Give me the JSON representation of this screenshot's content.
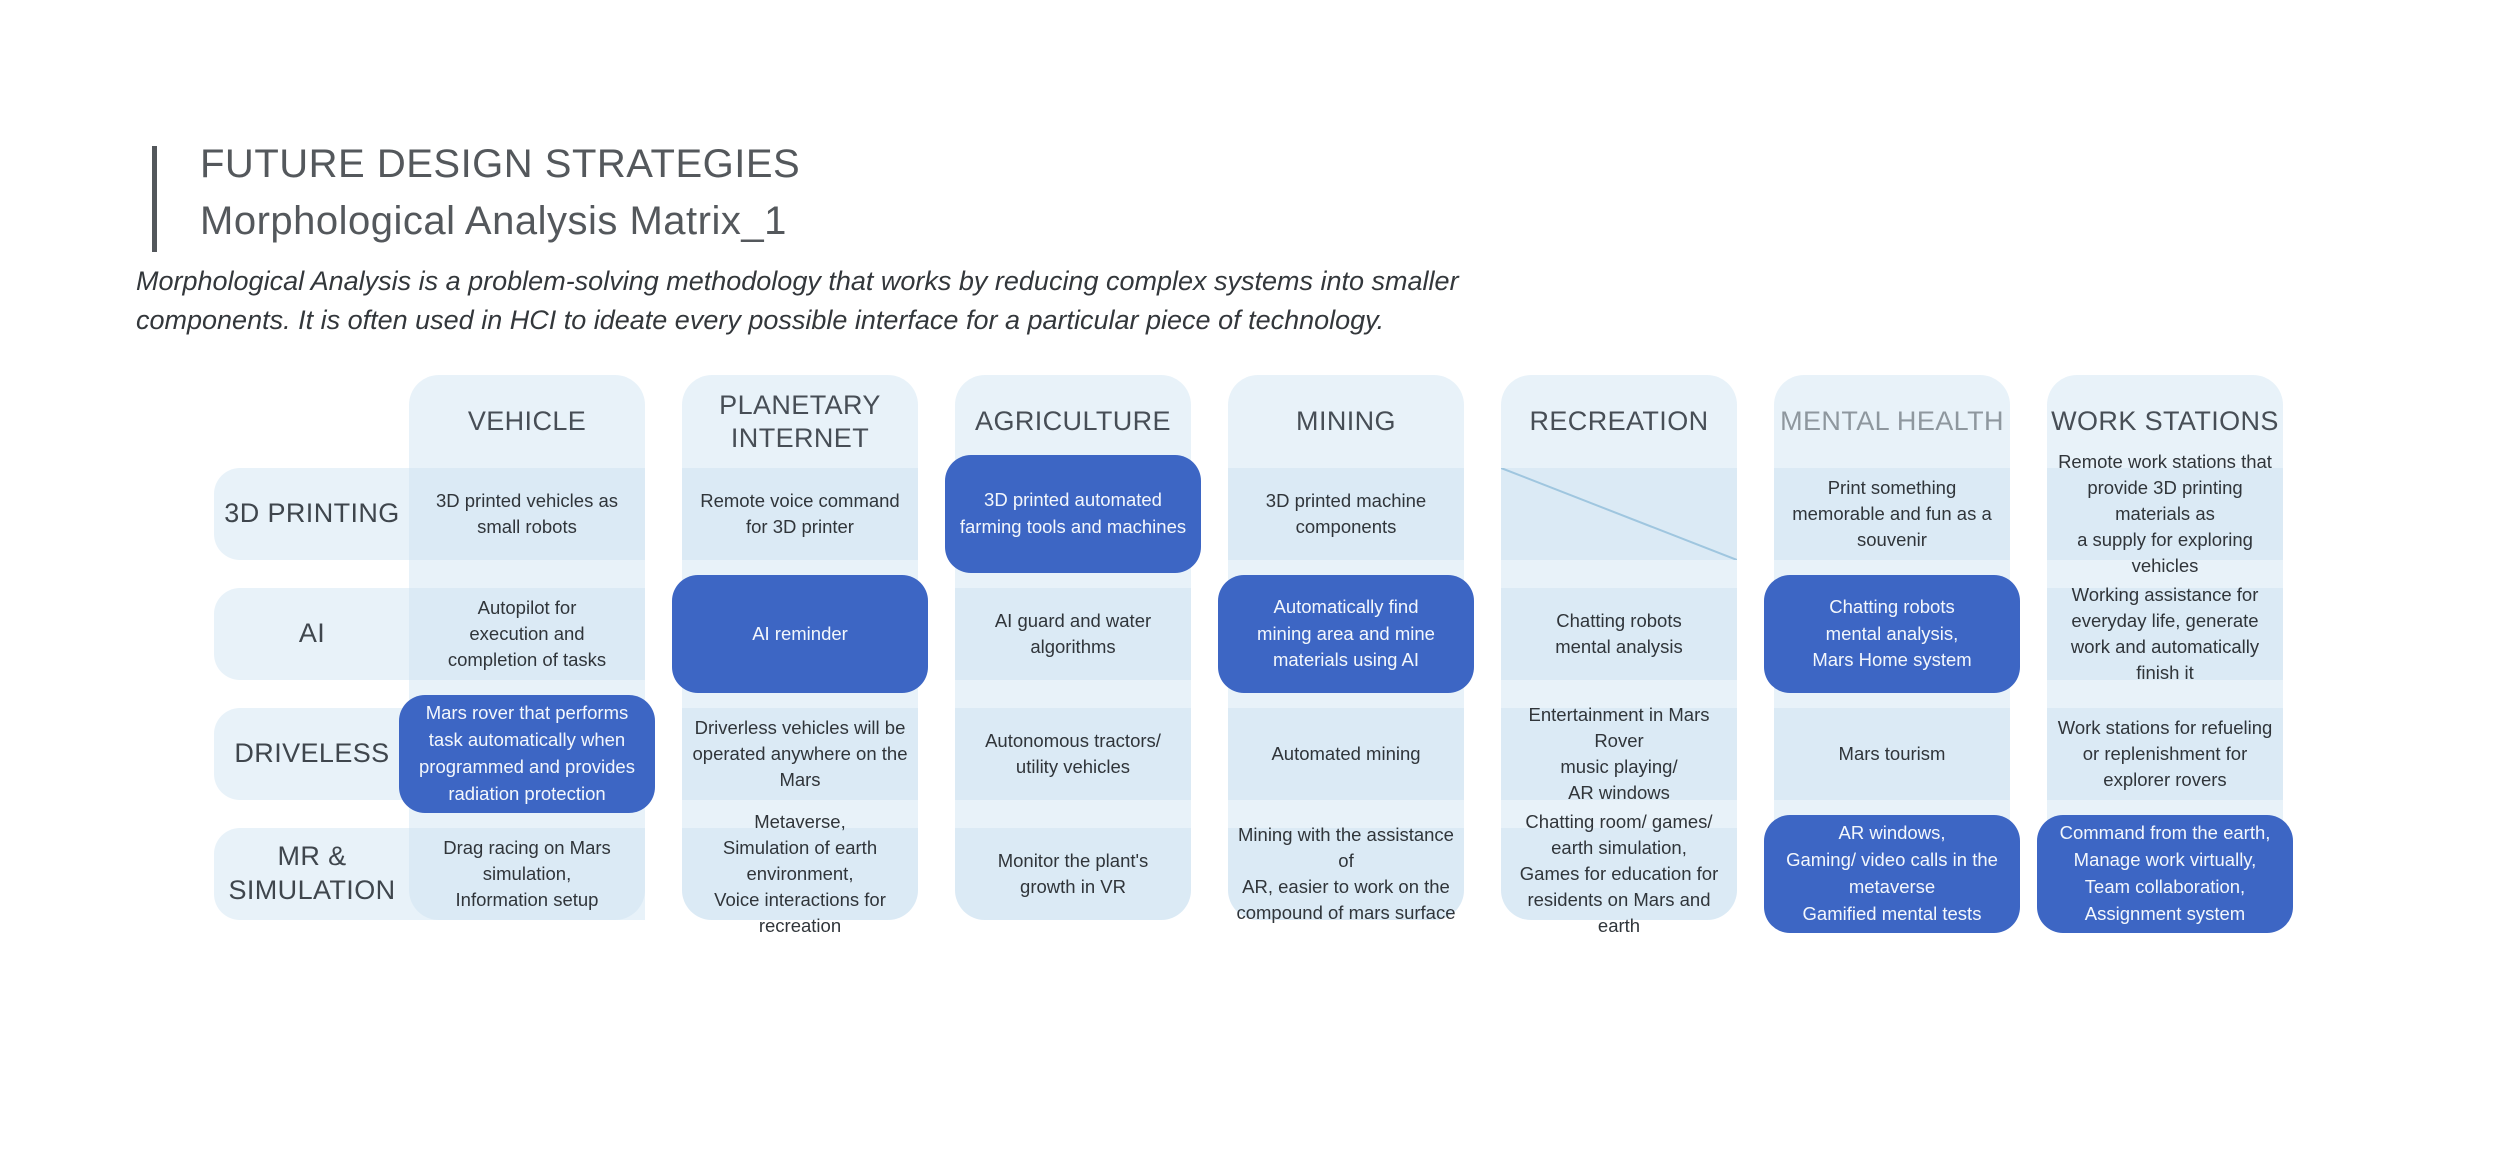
{
  "header": {
    "title_line1": "FUTURE DESIGN STRATEGIES",
    "title_line2": "Morphological Analysis Matrix_1",
    "description": "Morphological Analysis is a problem-solving methodology that works by reducing complex systems into smaller\ncomponents. It is often used in HCI to ideate every possible interface for a particular piece of technology."
  },
  "colors": {
    "accent_blue": "#3D66C4",
    "tint_layer": "rgba(201,224,241,0.42)",
    "slash_line": "#9FC6DF",
    "header_text": "#474E56",
    "muted_header_text": "#8E979E"
  },
  "matrix": {
    "columns": [
      {
        "label": "VEHICLE",
        "muted": false
      },
      {
        "label": "PLANETARY\nINTERNET",
        "muted": false
      },
      {
        "label": "AGRICULTURE",
        "muted": false
      },
      {
        "label": "MINING",
        "muted": false
      },
      {
        "label": "RECREATION",
        "muted": false
      },
      {
        "label": "MENTAL HEALTH",
        "muted": true
      },
      {
        "label": "WORK STATIONS",
        "muted": false
      }
    ],
    "rows": [
      {
        "label": "3D PRINTING",
        "cells": [
          {
            "text": "3D printed vehicles as\nsmall robots",
            "highlight": false,
            "slash": false
          },
          {
            "text": "Remote voice command\nfor 3D printer",
            "highlight": false,
            "slash": false
          },
          {
            "text": "3D printed automated\nfarming tools and machines",
            "highlight": true,
            "slash": false
          },
          {
            "text": "3D printed machine\ncomponents",
            "highlight": false,
            "slash": false
          },
          {
            "text": "",
            "highlight": false,
            "slash": true
          },
          {
            "text": "Print something\nmemorable and fun as a\nsouvenir",
            "highlight": false,
            "slash": false
          },
          {
            "text": "Remote work stations that\nprovide 3D printing materials as\na supply for exploring vehicles",
            "highlight": false,
            "slash": false
          }
        ]
      },
      {
        "label": "AI",
        "cells": [
          {
            "text": "Autopilot for\nexecution and\ncompletion of tasks",
            "highlight": false,
            "slash": false
          },
          {
            "text": "AI reminder",
            "highlight": true,
            "slash": false
          },
          {
            "text": "AI guard and water\nalgorithms",
            "highlight": false,
            "slash": false
          },
          {
            "text": "Automatically find\nmining area and mine\nmaterials using AI",
            "highlight": true,
            "slash": false
          },
          {
            "text": "Chatting robots\nmental analysis",
            "highlight": false,
            "slash": false
          },
          {
            "text": "Chatting robots\nmental analysis,\nMars Home system",
            "highlight": true,
            "slash": false
          },
          {
            "text": "Working assistance for\neveryday life, generate\nwork and automatically\nfinish it",
            "highlight": false,
            "slash": false
          }
        ]
      },
      {
        "label": "DRIVELESS",
        "cells": [
          {
            "text": "Mars rover that performs\ntask automatically when\nprogrammed and provides\nradiation protection",
            "highlight": true,
            "slash": false
          },
          {
            "text": "Driverless vehicles will be\noperated anywhere on the\nMars",
            "highlight": false,
            "slash": false
          },
          {
            "text": "Autonomous tractors/\nutility vehicles",
            "highlight": false,
            "slash": false
          },
          {
            "text": "Automated mining",
            "highlight": false,
            "slash": false
          },
          {
            "text": "Entertainment in Mars Rover\nmusic playing/\nAR windows",
            "highlight": false,
            "slash": false
          },
          {
            "text": "Mars tourism",
            "highlight": false,
            "slash": false
          },
          {
            "text": "Work stations for refueling\nor replenishment for\nexplorer rovers",
            "highlight": false,
            "slash": false
          }
        ]
      },
      {
        "label": "MR &\nSIMULATION",
        "cells": [
          {
            "text": "Drag racing on Mars\nsimulation,\nInformation setup",
            "highlight": false,
            "slash": false
          },
          {
            "text": "Metaverse,\nSimulation of earth\nenvironment,\nVoice interactions for recreation",
            "highlight": false,
            "slash": false
          },
          {
            "text": "Monitor the plant's\ngrowth in VR",
            "highlight": false,
            "slash": false
          },
          {
            "text": "Mining with the assistance of\nAR, easier to work on the\ncompound of mars surface",
            "highlight": false,
            "slash": false
          },
          {
            "text": "Chatting room/ games/\nearth simulation,\nGames for education for\nresidents on Mars and earth",
            "highlight": false,
            "slash": false
          },
          {
            "text": "AR windows,\nGaming/ video calls in the\nmetaverse\nGamified mental tests",
            "highlight": true,
            "slash": false
          },
          {
            "text": "Command from the earth,\nManage work virtually,\nTeam collaboration,\nAssignment system",
            "highlight": true,
            "slash": false
          }
        ]
      }
    ]
  }
}
